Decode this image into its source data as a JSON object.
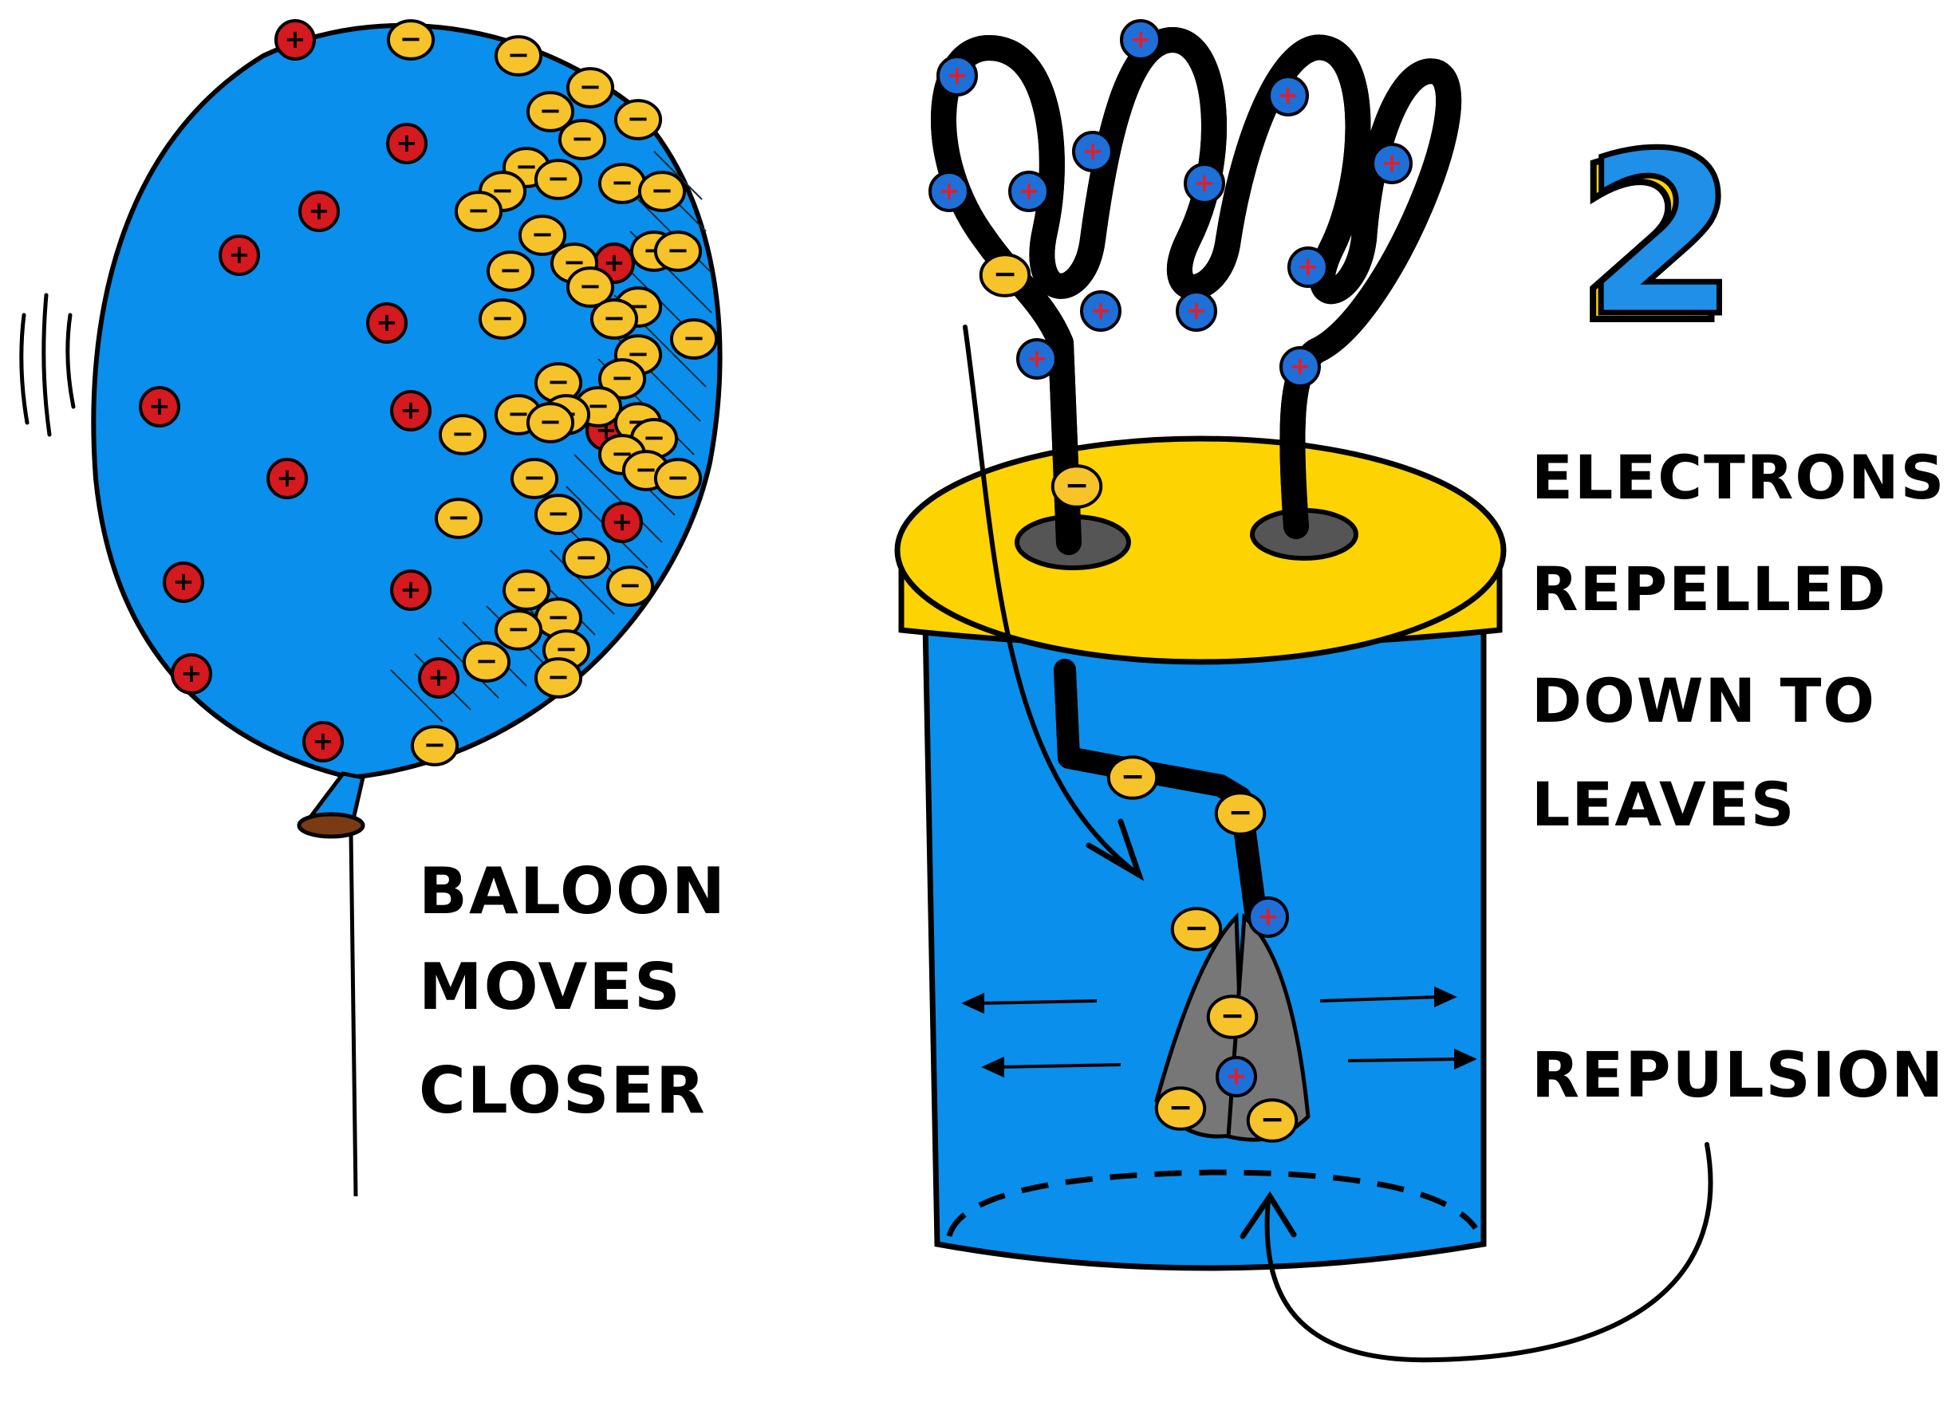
{
  "step_number": "2",
  "labels": {
    "balloon": [
      "BALOON",
      "MOVES",
      "CLOSER"
    ],
    "electrons": [
      "ELECTRONS",
      "REPELLED",
      "DOWN TO",
      "LEAVES"
    ],
    "repulsion": "REPULSION"
  },
  "charge_symbols": {
    "positive": "+",
    "negative": "−"
  },
  "colors": {
    "balloon": "#0a8fec",
    "jar": "#0a8fec",
    "lid": "#fdd302",
    "wire": "#f47421",
    "electron": "#f6c32a",
    "proton_balloon": "#d4191f",
    "proton_electroscope": "#1f6fd8",
    "leaf": "#777777",
    "outline": "#000000"
  }
}
